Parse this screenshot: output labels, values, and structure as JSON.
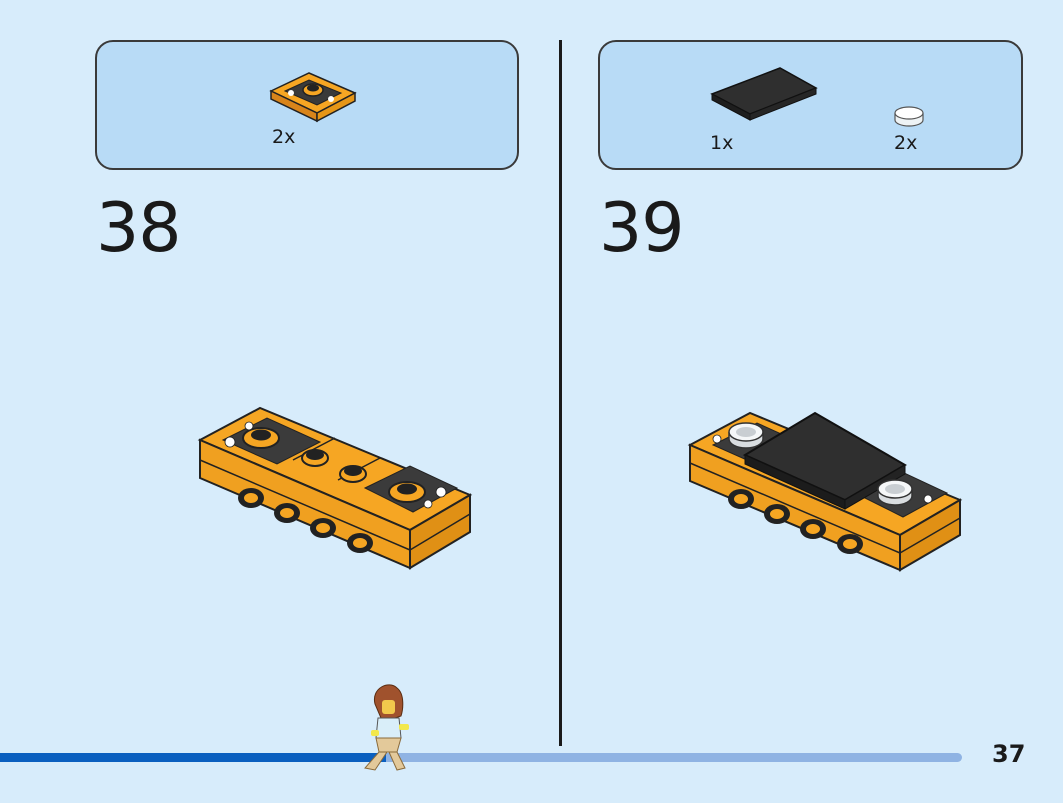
{
  "steps": [
    {
      "number": "38",
      "parts": [
        {
          "name": "tile-2x2-with-stud-orange",
          "quantity": "2x"
        }
      ]
    },
    {
      "number": "39",
      "parts": [
        {
          "name": "tile-2x4-black",
          "quantity": "1x"
        },
        {
          "name": "round-plate-1x1-transparent",
          "quantity": "2x"
        }
      ]
    }
  ],
  "page": {
    "number": "37",
    "progress": 0.37
  },
  "colors": {
    "background": "#d7ecfb",
    "parts_box": "#b8dbf6",
    "brick_orange": "#f6a623",
    "progress_fill": "#0a5fbf",
    "progress_track": "#8fb3e3"
  }
}
